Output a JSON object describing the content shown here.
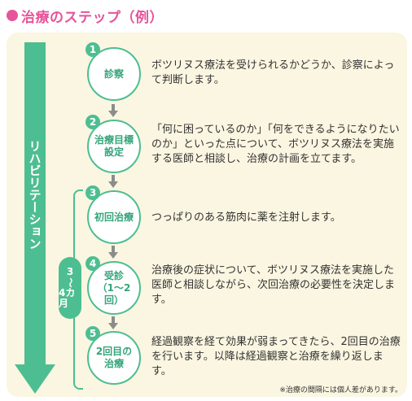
{
  "title": "治療のステップ（例）",
  "main_label": "リハビリテーション",
  "period": {
    "top": "3",
    "mid": "〜",
    "bottom": "4カ月"
  },
  "steps": [
    {
      "num": "1",
      "label": "診察",
      "desc": "ボツリヌス療法を受けられるかどうか、診察によって判断します。"
    },
    {
      "num": "2",
      "label": "治療目標設定",
      "desc": "「何に困っているのか」「何をできるようになりたいのか」といった点について、ボツリヌス療法を実施する医師と相談し、治療の計画を立てます。"
    },
    {
      "num": "3",
      "label": "初回治療",
      "desc": "つっぱりのある筋肉に薬を注射します。"
    },
    {
      "num": "4",
      "label": "受診（1〜2回）",
      "desc": "治療後の症状について、ボツリヌス療法を実施した医師と相談しながら、次回治療の必要性を決定します。"
    },
    {
      "num": "5",
      "label": "2回目の治療",
      "desc": "経過観察を経て効果が弱まってきたら、2回目の治療を行います。以降は経過観察と治療を繰り返します。"
    }
  ],
  "note": "※治療の間隔には個人差があります。"
}
